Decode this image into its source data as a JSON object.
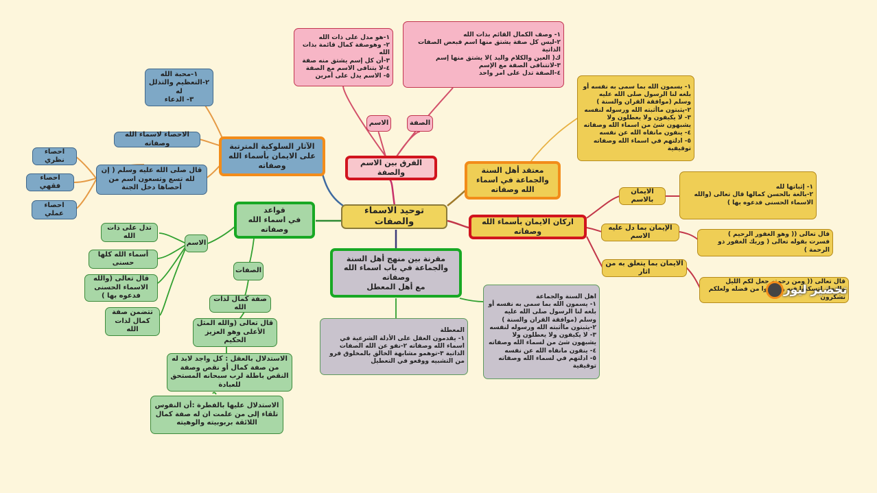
{
  "center": "توحيد الاسماء والصفات",
  "branches": {
    "diff": {
      "title": "الفرق بين الاسم والصفة",
      "ism_label": "الاسم",
      "sifa_label": "الصفة",
      "ism_text": "١-هو مدل على ذات الله\n٢- وهوصفة كمال قائمة بذات الله\n٣-أن كل إسم يشتق منه صفة\n٤-لا يتنافى الاسم مع الصفة\n٥- الاسم يدل على أمرين",
      "sifa_text": "١- وصف الكمال القائم بذات الله\n٢-ليس كل صفة يشتق منها اسم فبعض الصفات الذاتية\nك( العين والكلام واليد )لا يشتق منها إسم\n٣-لاتتنافى الصفة مع الإسم\n٤-الصفة تدل على امر واحد"
    },
    "athar": {
      "title": "الآثار السلوكية المترتبة على الايمان بأسماء الله وصفاته",
      "list": "١-محبة الله\n٢-التعظيم والتذلل له\n٣- الدعاء",
      "ihsa_title": "الاحصاء لاسماء الله وصفاته",
      "hadith": "قال صلى الله عليه وسلم ( إن لله تسع وتسعون اسم من أحصاها دخل الجنة",
      "ihsa_nazari": "احصاء نظري",
      "ihsa_fiqhi": "احصاء فقهي",
      "ihsa_amali": "احصاء عملي"
    },
    "muataqad": {
      "title": "معتقد أهل السنة والجماعة في اسماء الله وصفاته",
      "text": "١- يسمون الله بما سمى به نفسه أو بلغه لنا الرسول صلى الله عليه وسلم (موافقة القران والسنة )\n٢-يثبتون ماأثبته الله ورسوله لنفسه\n٣- لا يكيفون ولا يعطلون ولا يشبهون شئ من اسماء الله وصفاته\n٤- ينفون مانفاه الله عن نفسه\n٥- ادلتهم في اسماء الله وصفاته توقيفية"
    },
    "qawaid": {
      "title": "قواعد\nفي اسماء الله وصفاته",
      "ism": "الاسم",
      "ism_items": [
        "تدل على ذات الله",
        "أسماء الله كلها حسنى",
        "قال تعالى (والله الاسماء الحسنى فدعوه بها )",
        "تتضمن صفة كمال لذات الله"
      ],
      "sifat": "الصفات",
      "sifat_items": [
        "صفة كمال لذات الله",
        "قال تعالى (والله المثل الأعلى وهو العزيز الحكيم",
        "الاستدلال بالعقل : كل واجد لابد له من صفة كمال أو نقص وصفة النقص باطلة لرب سبحانه المستحق للعبادة",
        "الاستدلال عليها بالفطرة :أن النفوس تلقاء إلى من علمت ان له صفة كمال اللائقة بربوبيته والوهيته"
      ]
    },
    "muqarana": {
      "title": "مقرنة بين منهج أهل السنة والجماعة في باب اسماء الله وصفاته\nمع أهل المعطل",
      "muattila": "المعطلة\n١- يقدمون العقل على الأدلة الشرعية في اسماء الله وصفاته ٢-نفو عن الله الصفات الذاتية ٣-توهمو مشابهة الخالق بالمخلوق فرو من التشبيه ووقعو في التعطيل",
      "ahl_sunna": "اهل السنة والجماعة\n١- يسمون الله بما سمى به نفسه أو بلغه لنا الرسول صلى الله عليه وسلم (موافقة القران والسنة )\n٢-يثبتون ماأثبته الله ورسوله لنفسه\n٣- لا يكيفون ولا يعطلون ولا يشبهون شئ من لسماء الله وصفاته\n٤- ينفون مانفاه الله عن نفسه\n٥- ادلتهم في لسماء الله وصفاته توقيفية"
    },
    "arkan": {
      "title": "اركان الايمان بأسماء الله وصفاته",
      "r1": "الايمان بالاسم",
      "r1_text": "١- إثباتها لله\n٢-بالغة بالحسن كمالها قال تعالى (والله الاسماء الحسنى فدعوه بها )",
      "r2": "الإيمان بما دل عليه الاسم",
      "r2_text": "قال تعالى (( وهو الغفور الرحيم )\nفسرت بقوله تعالى ( وربك الغفور ذو الرحمة )",
      "r3": "الايمان بما يتعلق به من اثار",
      "r3_text": "قال تعالى (( ومن رحمته جعل لكم الليل والنهار لتسكنوا فيه ولتبتغوا من فضله ولعلكم تشكرون"
    }
  },
  "logo_text": "تحضير ليور",
  "colors": {
    "background": "#fdf6dc",
    "red": "#d1141e",
    "orange": "#f28c1a",
    "green": "#18a824"
  }
}
